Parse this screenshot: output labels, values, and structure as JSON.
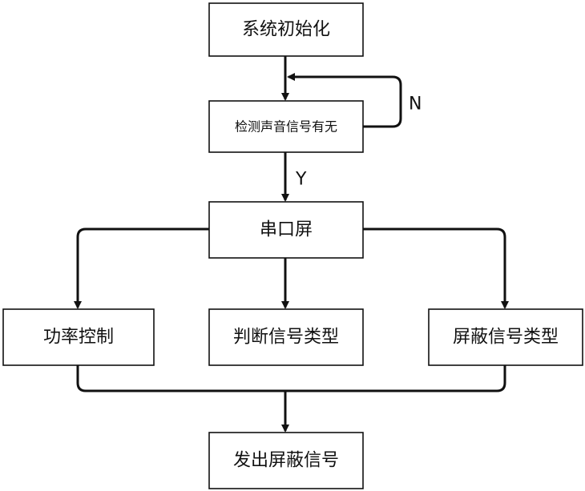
{
  "diagram": {
    "nodes": {
      "init": "系统初始化",
      "detect": "检测声音信号有无",
      "serial": "串口屏",
      "power": "功率控制",
      "judge": "判断信号类型",
      "shield_type": "屏蔽信号类型",
      "emit": "发出屏蔽信号"
    },
    "edge_labels": {
      "no": "N",
      "yes": "Y"
    }
  }
}
